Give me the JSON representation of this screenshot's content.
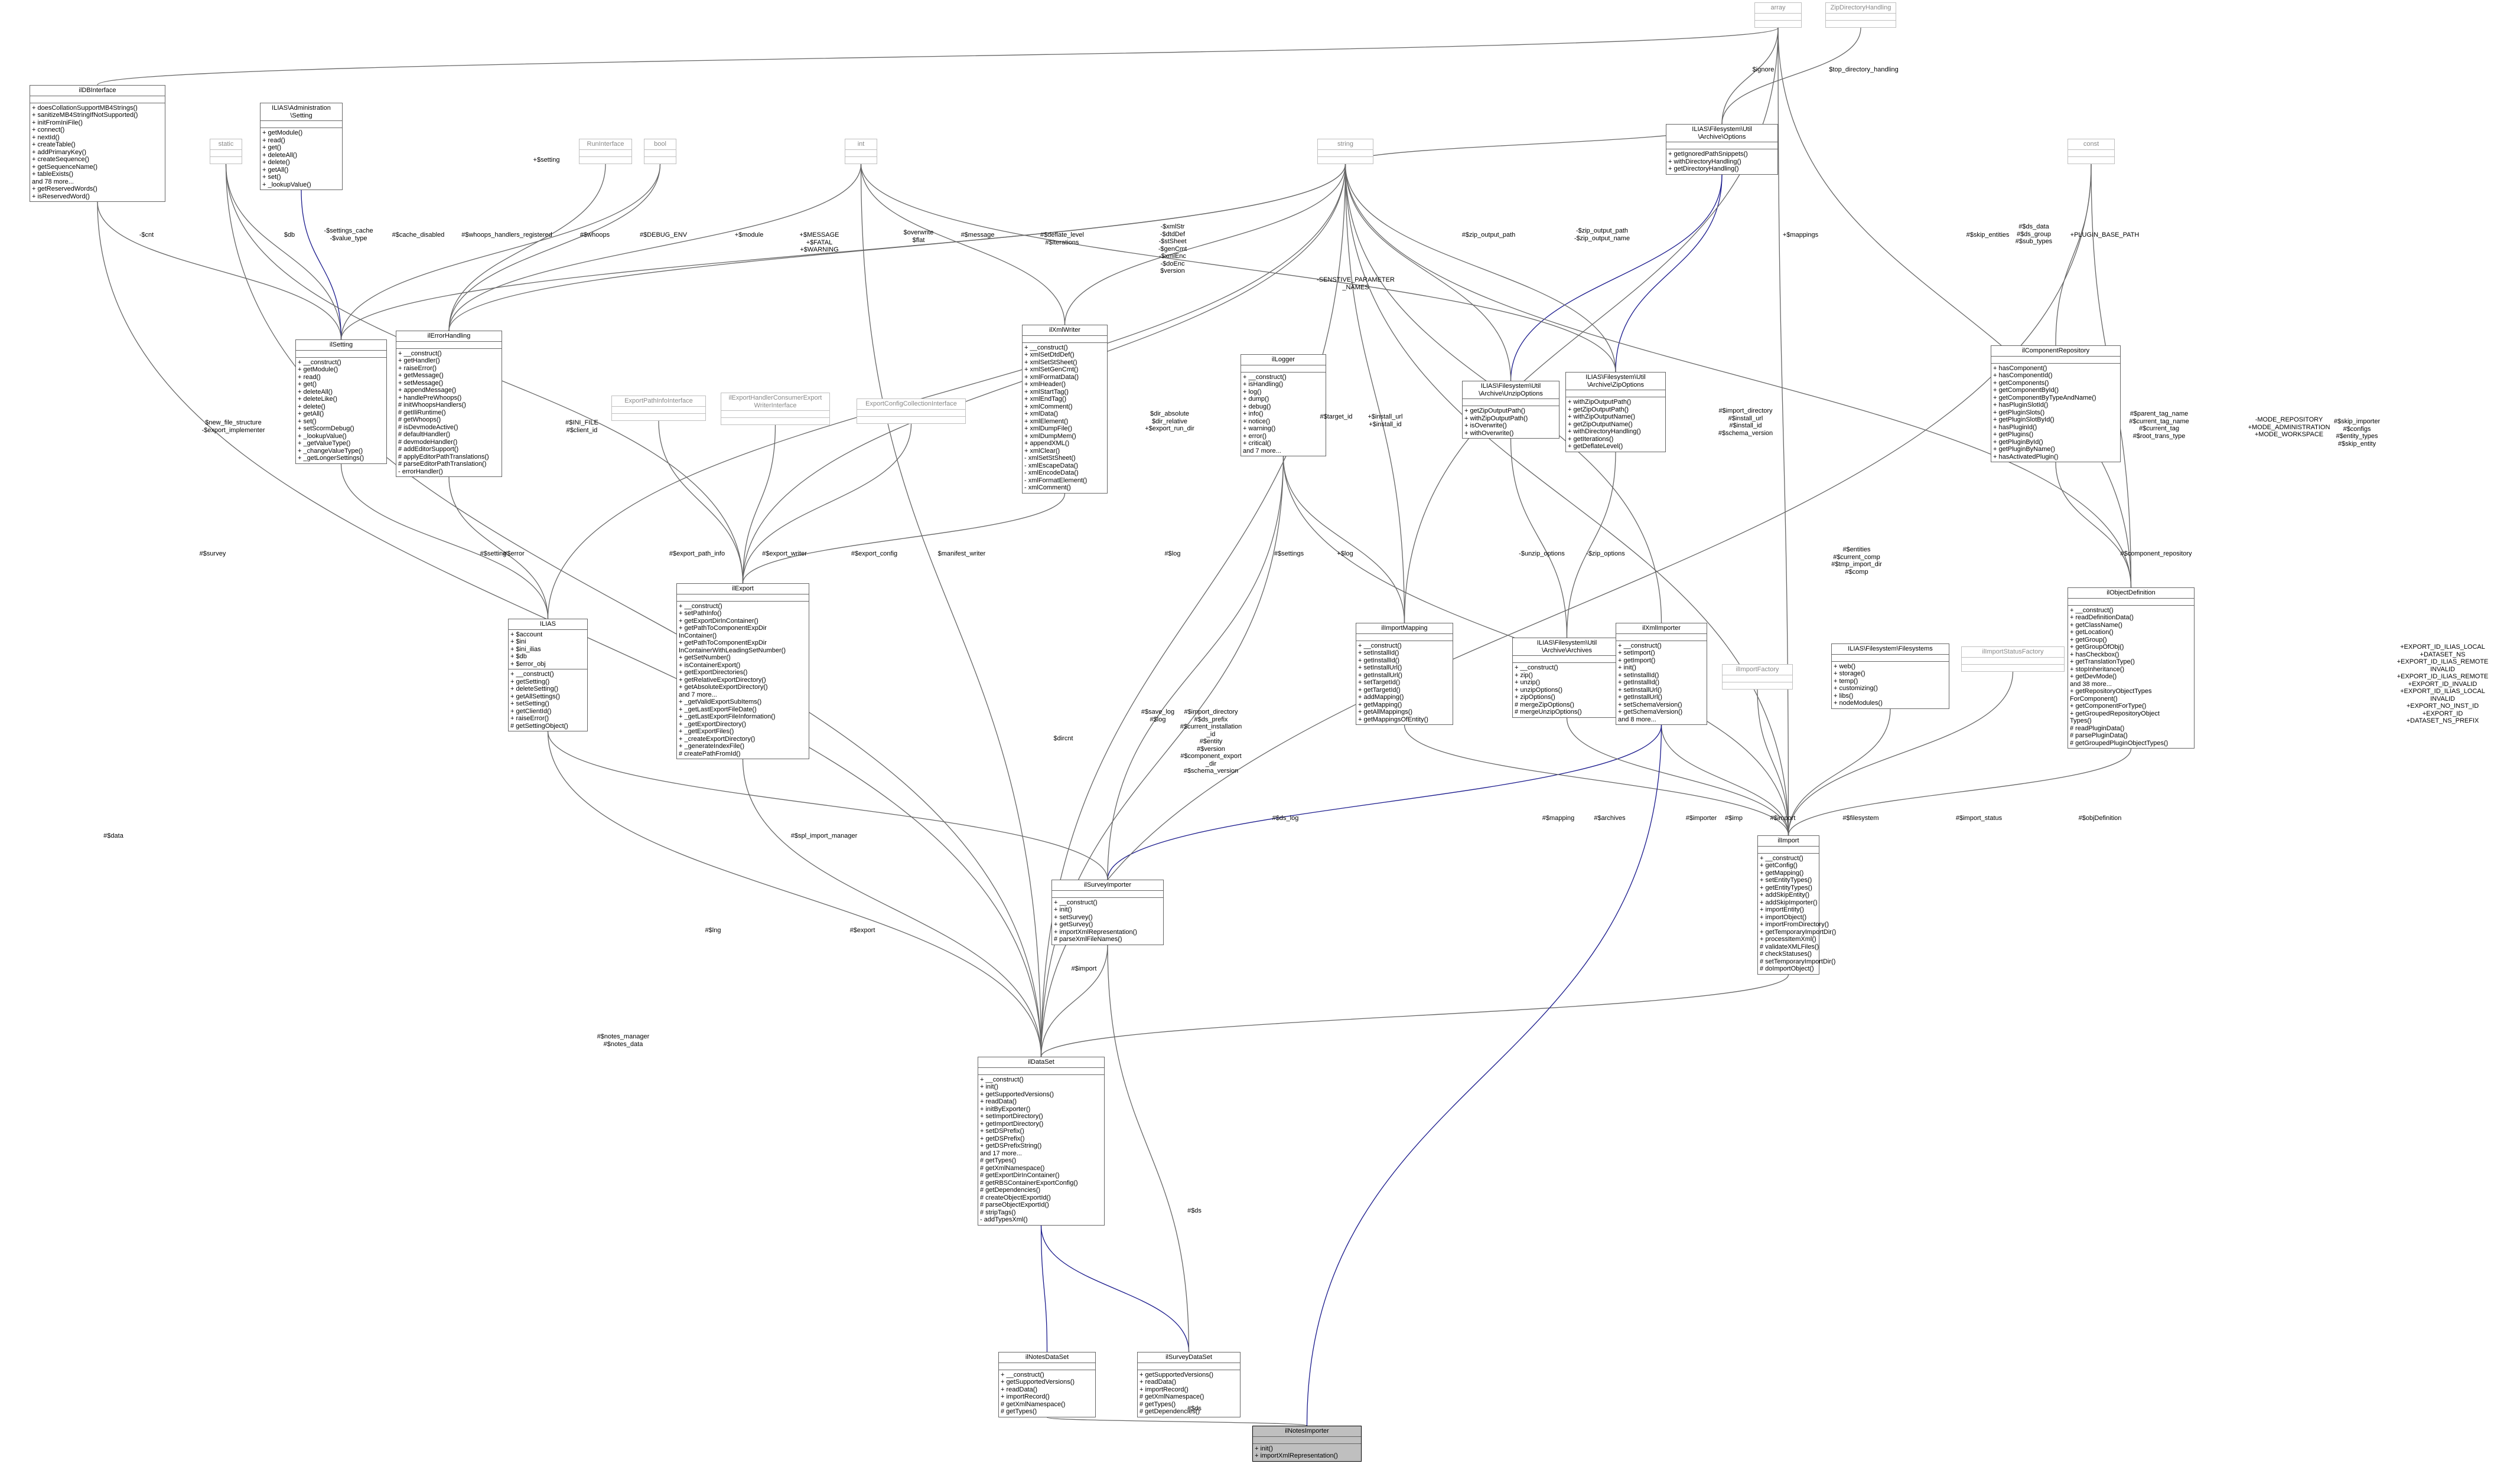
{
  "classes": [
    {
      "id": "array",
      "title": "array",
      "attrs": [],
      "methods": [],
      "light": true
    },
    {
      "id": "zipdir",
      "title": "ZipDirectoryHandling",
      "attrs": [],
      "methods": [],
      "light": true
    },
    {
      "id": "ildb",
      "title": "ilDBInterface",
      "attrs": [],
      "methods": [
        "+ doesCollationSupportMB4Strings()",
        "+ sanitizeMB4StringIfNotSupported()",
        "+ initFromIniFile()",
        "+ connect()",
        "+ nextId()",
        "+ createTable()",
        "+ addPrimaryKey()",
        "+ createSequence()",
        "+ getSequenceName()",
        "+ tableExists()",
        "and 78 more...",
        "+ getReservedWords()",
        "+ isReservedWord()"
      ]
    },
    {
      "id": "adminsetting",
      "title": "ILIAS\\Administration\n\\Setting",
      "attrs": [],
      "methods": [
        "+ getModule()",
        "+ read()",
        "+ get()",
        "+ deleteAll()",
        "+ delete()",
        "+ getAll()",
        "+ set()",
        "+ _lookupValue()"
      ]
    },
    {
      "id": "static",
      "title": "static",
      "attrs": [],
      "methods": [],
      "light": true
    },
    {
      "id": "runint",
      "title": "RunInterface",
      "attrs": [],
      "methods": [],
      "light": true
    },
    {
      "id": "bool",
      "title": "bool",
      "attrs": [],
      "methods": [],
      "light": true
    },
    {
      "id": "int",
      "title": "int",
      "attrs": [],
      "methods": [],
      "light": true
    },
    {
      "id": "string",
      "title": "string",
      "attrs": [],
      "methods": [],
      "light": true
    },
    {
      "id": "archopts",
      "title": "ILIAS\\Filesystem\\Util\n\\Archive\\Options",
      "attrs": [],
      "methods": [
        "+ getIgnoredPathSnippets()",
        "+ withDirectoryHandling()",
        "+ getDirectoryHandling()"
      ]
    },
    {
      "id": "const",
      "title": "const",
      "attrs": [],
      "methods": [],
      "light": true
    },
    {
      "id": "ilsetting",
      "title": "ilSetting",
      "attrs": [],
      "methods": [
        "+ __construct()",
        "+ getModule()",
        "+ read()",
        "+ get()",
        "+ deleteAll()",
        "+ deleteLike()",
        "+ delete()",
        "+ getAll()",
        "+ set()",
        "+ setScormDebug()",
        "+ _lookupValue()",
        "+ _getValueType()",
        "+ _changeValueType()",
        "+ _getLongerSettings()"
      ]
    },
    {
      "id": "ilerror",
      "title": "ilErrorHandling",
      "attrs": [],
      "methods": [
        "+ __construct()",
        "+ getHandler()",
        "+ raiseError()",
        "+ getMessage()",
        "+ setMessage()",
        "+ appendMessage()",
        "+ handlePreWhoops()",
        "# initWhoopsHandlers()",
        "# getIliRuntime()",
        "# getWhoops()",
        "# isDevmodeActive()",
        "# defaultHandler()",
        "# devmodeHandler()",
        "# addEditorSupport()",
        "# applyEditorPathTranslations()",
        "# parseEditorPathTranslation()",
        "- errorHandler()"
      ]
    },
    {
      "id": "ilxmlwriter",
      "title": "ilXmlWriter",
      "attrs": [],
      "methods": [
        "+ __construct()",
        "+ xmlSetDtdDef()",
        "+ xmlSetStSheet()",
        "+ xmlSetGenCmt()",
        "+ xmlFormatData()",
        "+ xmlHeader()",
        "+ xmlStartTag()",
        "+ xmlEndTag()",
        "+ xmlComment()",
        "+ xmlData()",
        "+ xmlElement()",
        "+ xmlDumpFile()",
        "+ xmlDumpMem()",
        "+ appendXML()",
        "+ xmlClear()",
        "- xmlSetStSheet()",
        "- xmlEscapeData()",
        "- xmlEncodeData()",
        "- xmlFormatElement()",
        "- xmlComment()"
      ]
    },
    {
      "id": "illogger",
      "title": "ilLogger",
      "attrs": [],
      "methods": [
        "+ __construct()",
        "+ isHandling()",
        "+ log()",
        "+ dump()",
        "+ debug()",
        "+ info()",
        "+ notice()",
        "+ warning()",
        "+ error()",
        "+ critical()",
        "and 7 more..."
      ]
    },
    {
      "id": "unzipopts",
      "title": "ILIAS\\Filesystem\\Util\n\\Archive\\UnzipOptions",
      "attrs": [],
      "methods": [
        "+ getZipOutputPath()",
        "+ withZipOutputPath()",
        "+ isOverwrite()",
        "+ withOverwrite()"
      ]
    },
    {
      "id": "zipopts",
      "title": "ILIAS\\Filesystem\\Util\n\\Archive\\ZipOptions",
      "attrs": [],
      "methods": [
        "+ withZipOutputPath()",
        "+ getZipOutputPath()",
        "+ withZipOutputName()",
        "+ getZipOutputName()",
        "+ withDirectoryHandling()",
        "+ getIterations()",
        "+ getDeflateLevel()"
      ]
    },
    {
      "id": "ilcomprepo",
      "title": "ilComponentRepository",
      "attrs": [],
      "methods": [
        "+ hasComponent()",
        "+ hasComponentId()",
        "+ getComponents()",
        "+ getComponentById()",
        "+ getComponentByTypeAndName()",
        "+ hasPluginSlotId()",
        "+ getPluginSlots()",
        "+ getPluginSlotById()",
        "+ hasPluginId()",
        "+ getPlugins()",
        "+ getPluginById()",
        "+ getPluginByName()",
        "+ hasActivatedPlugin()"
      ]
    },
    {
      "id": "exportpath",
      "title": "ExportPathInfoInterface",
      "attrs": [],
      "methods": [],
      "light": true
    },
    {
      "id": "exporthandler",
      "title": "ilExportHandlerConsumerExport\nWriterInterface",
      "attrs": [],
      "methods": [],
      "light": true
    },
    {
      "id": "exportconfig",
      "title": "ExportConfigCollectionInterface",
      "attrs": [],
      "methods": [],
      "light": true
    },
    {
      "id": "ilias",
      "title": "ILIAS",
      "attrs": [
        "+ $account",
        "+ $ini",
        "+ $ini_ilias",
        "+ $db",
        "+ $error_obj"
      ],
      "methods": [
        "+ __construct()",
        "+ getSetting()",
        "+ deleteSetting()",
        "+ getAllSettings()",
        "+ setSetting()",
        "+ getClientId()",
        "+ raiseError()",
        "# getSettingObject()"
      ]
    },
    {
      "id": "ilexport",
      "title": "ilExport",
      "attrs": [],
      "methods": [
        "+ __construct()",
        "+ setPathInfo()",
        "+ getExportDirInContainer()",
        "+ getPathToComponentExpDir",
        "InContainer()",
        "+ getPathToComponentExpDir",
        "InContainerWithLeadingSetNumber()",
        "+ getSetNumber()",
        "+ isContainerExport()",
        "+ getExportDirectories()",
        "+ getRelativeExportDirectory()",
        "+ getAbsoluteExportDirectory()",
        "and 7 more...",
        "+ _getValidExportSubItems()",
        "+ _getLastExportFileDate()",
        "+ _getLastExportFileInformation()",
        "+ _getExportDirectory()",
        "+ _getExportFiles()",
        "+ _createExportDirectory()",
        "+ _generateIndexFile()",
        "# createPathFromId()"
      ]
    },
    {
      "id": "ilimportmapping",
      "title": "ilImportMapping",
      "attrs": [],
      "methods": [
        "+ __construct()",
        "+ setInstallId()",
        "+ getInstallId()",
        "+ setInstallUrl()",
        "+ getInstallUrl()",
        "+ setTargetId()",
        "+ getTargetId()",
        "+ addMapping()",
        "+ getMapping()",
        "+ getAllMappings()",
        "+ getMappingsOfEntity()"
      ]
    },
    {
      "id": "archives",
      "title": "ILIAS\\Filesystem\\Util\n\\Archive\\Archives",
      "attrs": [],
      "methods": [
        "+ __construct()",
        "+ zip()",
        "+ unzip()",
        "+ unzipOptions()",
        "+ zipOptions()",
        "# mergeZipOptions()",
        "# mergeUnzipOptions()"
      ]
    },
    {
      "id": "ilxmlimporter",
      "title": "ilXmlImporter",
      "attrs": [],
      "methods": [
        "+ __construct()",
        "+ setImport()",
        "+ getImport()",
        "+ init()",
        "+ setInstallId()",
        "+ getInstallId()",
        "+ setInstallUrl()",
        "+ getInstallUrl()",
        "+ setSchemaVersion()",
        "+ getSchemaVersion()",
        "and 8 more..."
      ]
    },
    {
      "id": "ilobjdef",
      "title": "ilObjectDefinition",
      "attrs": [],
      "methods": [
        "+ __construct()",
        "+ readDefinitionData()",
        "+ getClassName()",
        "+ getLocation()",
        "+ getGroup()",
        "+ getGroupOfObj()",
        "+ hasCheckbox()",
        "+ getTranslationType()",
        "+ stopInheritance()",
        "+ getDevMode()",
        "and 38 more...",
        "+ getRepositoryObjectTypes",
        "ForComponent()",
        "+ getComponentForType()",
        "+ getGroupedRepositoryObject",
        "Types()",
        "# readPluginData()",
        "# parsePluginData()",
        "# getGroupedPluginObjectTypes()"
      ]
    },
    {
      "id": "ilimportfactory",
      "title": "ilImportFactory",
      "attrs": [],
      "methods": [],
      "light": true
    },
    {
      "id": "filesystems",
      "title": "ILIAS\\Filesystem\\Filesystems",
      "attrs": [],
      "methods": [
        "+ web()",
        "+ storage()",
        "+ temp()",
        "+ customizing()",
        "+ libs()",
        "+ nodeModules()"
      ]
    },
    {
      "id": "ilimportstatus",
      "title": "ilImportStatusFactory",
      "attrs": [],
      "methods": [],
      "light": true
    },
    {
      "id": "ilimport",
      "title": "ilImport",
      "attrs": [],
      "methods": [
        "+ __construct()",
        "+ getConfig()",
        "+ getMapping()",
        "+ setEntityTypes()",
        "+ getEntityTypes()",
        "+ addSkipEntity()",
        "+ addSkipImporter()",
        "+ importEntity()",
        "+ importObject()",
        "+ importFromDirectory()",
        "+ getTemporaryImportDir()",
        "+ processItemXml()",
        "# validateXMLFiles()",
        "# checkStatuses()",
        "# setTemporaryImportDir()",
        "# doImportObject()"
      ]
    },
    {
      "id": "ilsurveyimporter",
      "title": "ilSurveyImporter",
      "attrs": [],
      "methods": [
        "+ __construct()",
        "+ init()",
        "+ setSurvey()",
        "+ getSurvey()",
        "+ importXmlRepresentation()",
        "# parseXmlFileNames()"
      ]
    },
    {
      "id": "ildataset",
      "title": "ilDataSet",
      "attrs": [],
      "methods": [
        "+ __construct()",
        "+ init()",
        "+ getSupportedVersions()",
        "+ readData()",
        "+ initByExporter()",
        "+ setImportDirectory()",
        "+ getImportDirectory()",
        "+ setDSPrefix()",
        "+ getDSPrefix()",
        "+ getDSPrefixString()",
        "and 17 more...",
        "# getTypes()",
        "# getXmlNamespace()",
        "# getExportDirInContainer()",
        "# getRBSContainerExportConfig()",
        "# getDependencies()",
        "# createObjectExportId()",
        "# parseObjectExportId()",
        "# stripTags()",
        "- addTypesXml()"
      ]
    },
    {
      "id": "ilnotesdataset",
      "title": "ilNotesDataSet",
      "attrs": [],
      "methods": [
        "+ __construct()",
        "+ getSupportedVersions()",
        "+ readData()",
        "+ importRecord()",
        "# getXmlNamespace()",
        "# getTypes()"
      ]
    },
    {
      "id": "ilsurveydataset",
      "title": "ilSurveyDataSet",
      "attrs": [],
      "methods": [
        "+ getSupportedVersions()",
        "+ readData()",
        "+ importRecord()",
        "# getXmlNamespace()",
        "# getTypes()",
        "# getDependencies()"
      ]
    },
    {
      "id": "ilnotesimporter",
      "title": "ilNotesImporter",
      "attrs": [],
      "methods": [
        "+ init()",
        "+ importXmlRepresentation()"
      ],
      "focus": true
    }
  ],
  "edge_labels": [
    "$ignore",
    "$top_directory_handling",
    "+$setting",
    "$db",
    "-$settings_cache\n-$value_type",
    "#$cache_disabled",
    "#$whoops_handlers_registered",
    "#$whoops",
    "#$DEBUG_ENV",
    "+$module",
    "+$MESSAGE\n+$FATAL\n+$WARNING",
    "#$message",
    "#$deflate_level\n#$iterations",
    "-$xmlStr\n-$dtdDef\n-$stSheet\n-$genCmt\n-$xmlEnc\n-$doEnc\n$version",
    "$overwrite\n$flat",
    "-SENSTIVE_PARAMETER\n_NAMES",
    "#$target_id",
    "+$install_url\n+$install_id",
    "#$zip_output_path",
    "-$zip_output_path\n-$zip_output_name",
    "+$mappings",
    "#$skip_entities",
    "#$ds_data\n#$ds_group\n#$sub_types",
    "+PLUGIN_BASE_PATH",
    "-$cnt",
    "$new_file_structure\n-$export_implementer",
    "#$INI_FILE\n#$client_id",
    "$dir_absolute\n$dir_relative\n+$export_run_dir",
    "#$import_directory\n#$install_url\n#$install_id\n#$schema_version",
    "#$parent_tag_name\n#$current_tag_name\n#$current_tag\n#$root_trans_type",
    "#$skip_importer\n#$configs\n#$entity_types\n#$skip_entity",
    "-MODE_REPOSITORY\n+MODE_ADMINISTRATION\n+MODE_WORKSPACE",
    "+EXPORT_ID_ILIAS_LOCAL\n+DATASET_NS\n+EXPORT_ID_ILIAS_REMOTE\nINVALID\n+EXPORT_ID_ILIAS_REMOTE\n+EXPORT_ID_INVALID\n+EXPORT_ID_ILIAS_LOCAL\nINVALID\n+EXPORT_NO_INST_ID\n+EXPORT_ID\n+DATASET_NS_PREFIX",
    "#$setting",
    "#$error",
    "#$export_path_info",
    "#$export_writer",
    "#$export_config",
    "$manifest_writer",
    "#$log",
    "#$settings",
    "+$log",
    "-$unzip_options",
    "-$zip_options",
    "#$entities\n#$current_comp\n#$tmp_import_dir\n#$comp",
    "#$component_repository",
    "#$survey",
    "#$data",
    "$dircnt",
    "#$save_log\n#$log",
    "#$import_directory\n#$ds_prefix\n#$current_installation\n_id\n#$entity\n#$version\n#$component_export\n_dir\n#$schema_version",
    "#$ds_log",
    "#$mapping",
    "#$archives",
    "#$importer",
    "#$imp",
    "#$import",
    "#$filesystem",
    "#$import_status",
    "#$objDefinition",
    "#$spl_import_manager",
    "#$lng",
    "#$export",
    "#$import",
    "#$notes_manager\n#$notes_data",
    "#$ds",
    "#$ds"
  ]
}
